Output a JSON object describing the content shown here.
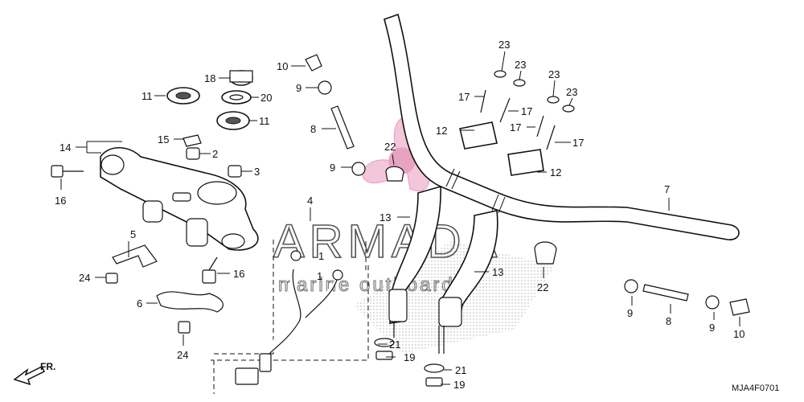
{
  "diagram_code": "MJA4F0701",
  "front_marker": "FR.",
  "watermark": {
    "brand": "ARMADA",
    "tagline": "marine outboards"
  },
  "colors": {
    "line": "#111111",
    "watermark_pink": "#e8a3c3",
    "watermark_gray": "#777777"
  },
  "callouts": {
    "c1a": "1",
    "c1b": "1",
    "c2": "2",
    "c3": "3",
    "c4": "4",
    "c5": "5",
    "c6": "6",
    "c7": "7",
    "c8a": "8",
    "c8b": "8",
    "c9a": "9",
    "c9b": "9",
    "c9c": "9",
    "c9d": "9",
    "c10a": "10",
    "c10b": "10",
    "c11a": "11",
    "c11b": "11",
    "c12a": "12",
    "c12b": "12",
    "c13a": "13",
    "c13b": "13",
    "c14": "14",
    "c15": "15",
    "c16a": "16",
    "c16b": "16",
    "c17a": "17",
    "c17b": "17",
    "c17c": "17",
    "c17d": "17",
    "c18": "18",
    "c19a": "19",
    "c19b": "19",
    "c20": "20",
    "c21a": "21",
    "c21b": "21",
    "c22a": "22",
    "c22b": "22",
    "c23a": "23",
    "c23b": "23",
    "c23c": "23",
    "c23d": "23",
    "c24a": "24",
    "c24b": "24"
  }
}
